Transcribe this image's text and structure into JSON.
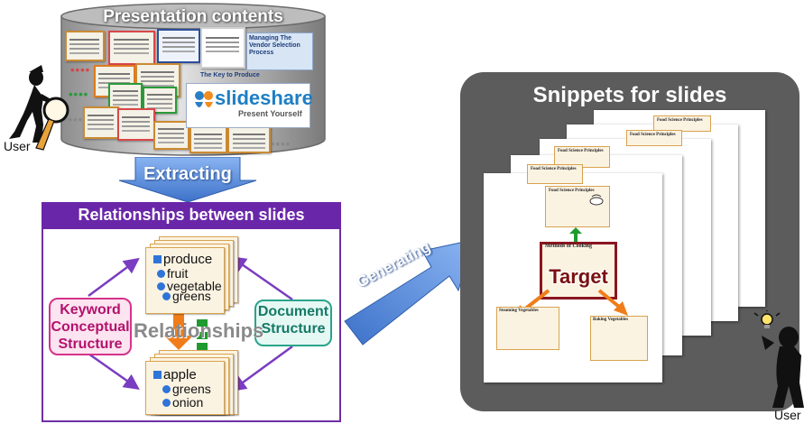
{
  "presentation": {
    "title": "Presentation contents",
    "dots": "••••",
    "slideshare_logo": "slideshare",
    "slideshare_tagline": "Present Yourself",
    "key_slide_title": "The Key to Produce",
    "vendor_slide_title": "Managing The Vendor Selection Process"
  },
  "extracting": {
    "label": "Extracting"
  },
  "relationships": {
    "title": "Relationships between slides",
    "center_label": "Relationships",
    "left_box": [
      "Keyword",
      "Conceptual",
      "Structure"
    ],
    "right_box": [
      "Document",
      "Structure"
    ],
    "top_keywords": [
      "produce",
      "fruit",
      "vegetable",
      "greens"
    ],
    "bottom_keywords": [
      "apple",
      "greens",
      "onion"
    ]
  },
  "generating": {
    "label": "Generating"
  },
  "snippets": {
    "title": "Snippets for slides",
    "slide_titles": [
      "Food Science Principles",
      "Food Science Principles",
      "Food Science Principles",
      "Food Science Principles",
      "Food Science Principles"
    ],
    "center_slide_title": "Methods of Cooking",
    "target_label": "Target",
    "bottom_left_title": "Steaming Vegetables",
    "bottom_right_title": "Baking Vegetables"
  },
  "users": {
    "left": "User",
    "right": "User"
  },
  "colors": {
    "relationships_header": "#6a26a8",
    "arrow_blue": "#5b8ede",
    "snippets_panel": "#5c5c5c",
    "target_border": "#8a1620",
    "keyword_box": "#d6338a",
    "document_box": "#2aa38b",
    "arrow_orange": "#f07d1a",
    "arrow_green": "#1f9a2f"
  }
}
